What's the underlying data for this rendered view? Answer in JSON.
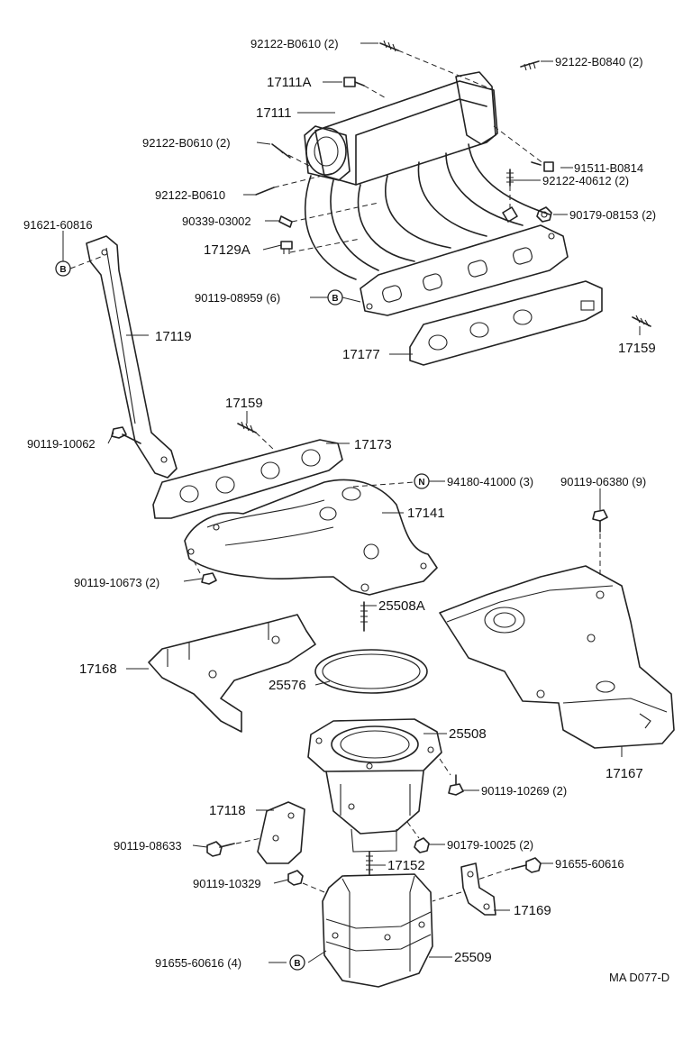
{
  "parts": {
    "p92122_b0610_2_top": "92122-B0610 (2)",
    "p92122_b0840_2": "92122-B0840 (2)",
    "p17111a": "17111A",
    "p17111": "17111",
    "p92122_b0610_2_left": "92122-B0610 (2)",
    "p91511_b0814": "91511-B0814",
    "p92122_40612_2": "92122-40612 (2)",
    "p92122_b0610": "92122-B0610",
    "p90339_03002": "90339-03002",
    "p90179_08153_2": "90179-08153 (2)",
    "p91621_60816": "91621-60816",
    "p17129a": "17129A",
    "p90119_08959_6": "90119-08959 (6)",
    "p17119": "17119",
    "p17177": "17177",
    "p17159_right": "17159",
    "p17159_mid": "17159",
    "p90119_10062": "90119-10062",
    "p17173": "17173",
    "p94180_41000_3": "94180-41000 (3)",
    "p90119_06380_9": "90119-06380 (9)",
    "p17141": "17141",
    "p90119_10673_2": "90119-10673 (2)",
    "p25508a": "25508A",
    "p17168": "17168",
    "p25576": "25576",
    "p25508": "25508",
    "p17167": "17167",
    "p90119_10269_2": "90119-10269 (2)",
    "p17118": "17118",
    "p90119_08633": "90119-08633",
    "p90179_10025_2": "90179-10025 (2)",
    "p17152": "17152",
    "p91655_60616": "91655-60616",
    "p90119_10329": "90119-10329",
    "p17169": "17169",
    "p91655_60616_4": "91655-60616 (4)",
    "p25509": "25509"
  },
  "markers": {
    "b1": "B",
    "b2": "B",
    "b3": "B",
    "n1": "N"
  },
  "footer": {
    "code": "MA D077-D"
  }
}
